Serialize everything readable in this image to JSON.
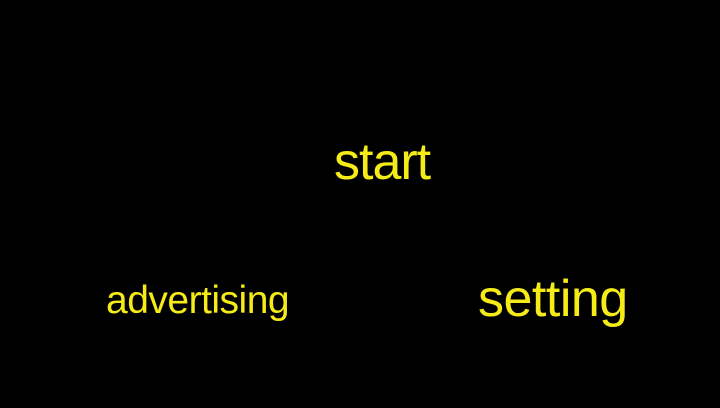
{
  "colors": {
    "background": "#000000",
    "text_yellow": "#f5eb16"
  },
  "menu": {
    "items": [
      {
        "label": "start"
      },
      {
        "label": "advertising"
      },
      {
        "label": "setting"
      }
    ]
  }
}
